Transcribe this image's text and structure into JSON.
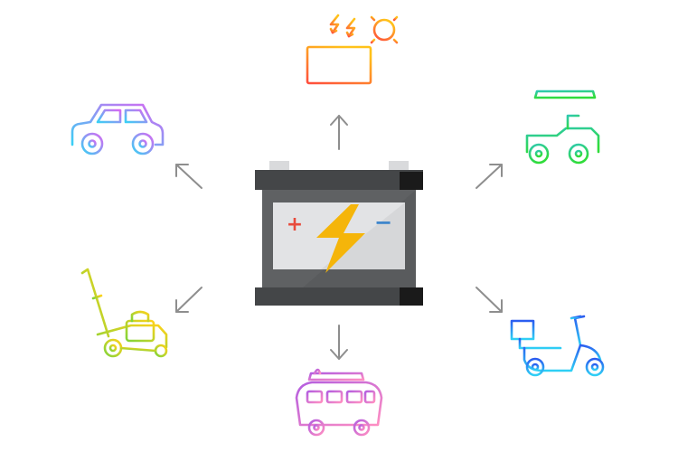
{
  "diagram": {
    "center": {
      "name": "car-battery",
      "symbols": {
        "positive": "+",
        "negative": "−"
      },
      "colors": {
        "body": "#5f6163",
        "top": "#444648",
        "panel": "#e2e3e5",
        "terminal": "#1a1a1a",
        "bolt": "#f5b50a",
        "plus": "#e84b3c",
        "minus": "#3e86cc"
      }
    },
    "arrow_color": "#8e8e8e",
    "nodes": [
      {
        "id": "solar-panel",
        "icon": "solar-panel-icon",
        "position": "top",
        "gradient": [
          "#ff4d3d",
          "#ffc21a"
        ]
      },
      {
        "id": "golf-cart",
        "icon": "golf-cart-icon",
        "position": "top-right",
        "gradient": [
          "#2fc9b0",
          "#30dc3a"
        ]
      },
      {
        "id": "scooter",
        "icon": "scooter-icon",
        "position": "bottom-right",
        "gradient": [
          "#2b5cf0",
          "#2fd0f5"
        ]
      },
      {
        "id": "camper-van",
        "icon": "camper-van-icon",
        "position": "bottom",
        "gradient": [
          "#b35de0",
          "#ff8fc2"
        ]
      },
      {
        "id": "lawn-mower",
        "icon": "lawn-mower-icon",
        "position": "bottom-left",
        "gradient": [
          "#7fd43a",
          "#ffd21a"
        ]
      },
      {
        "id": "car",
        "icon": "car-icon",
        "position": "top-left",
        "gradient": [
          "#3ad0f5",
          "#d867f2"
        ]
      }
    ]
  }
}
